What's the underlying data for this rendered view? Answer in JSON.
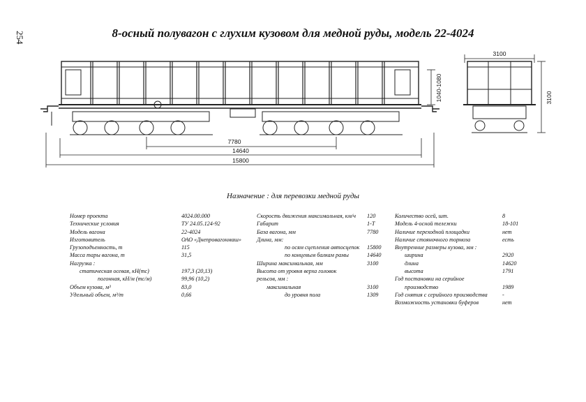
{
  "page_number": "254",
  "title": "8-осный полувагон с глухим кузовом для медной руды, модель 22-4024",
  "dimensions": {
    "overall_length": "15800",
    "coupler_axis_length": "14640",
    "wagon_base": "7780",
    "section_width": "3100",
    "section_height": "3100",
    "floor_height": "1040-1080"
  },
  "purpose": "Назначение : для перевозки медной руды",
  "spec_col1": [
    {
      "label": "Номер проекта",
      "value": "4024.00.000"
    },
    {
      "label": "Технические условия",
      "value": "ТУ 24.05.124-92"
    },
    {
      "label": "Модель вагона",
      "value": "22-4024"
    },
    {
      "label": "Изготовитель",
      "value": "ОАО «Днепровагонмаш»"
    },
    {
      "label": "Грузоподъемность, т",
      "value": "115"
    },
    {
      "label": "Масса тары вагона, т",
      "value": "31,5"
    },
    {
      "label": "Нагрузка :",
      "value": ""
    },
    {
      "label": "статическая осевая, кН(тс)",
      "value": "197,3 (20,13)"
    },
    {
      "label": "погонная, кН/м (тс/м)",
      "value": "99,96 (10,2)"
    },
    {
      "label": "Объем кузова, м³",
      "value": "83,0"
    },
    {
      "label": "Удельный объем, м³/т",
      "value": "0,66"
    }
  ],
  "spec_col2": [
    {
      "label": "Скорость движения максимальная, км/ч",
      "value": "120"
    },
    {
      "label": "Габарит",
      "value": "1-Т"
    },
    {
      "label": "База вагона, мм",
      "value": "7780"
    },
    {
      "label": "Длина, мм:",
      "value": ""
    },
    {
      "label": "по осям сцепления автосцепок",
      "value": "15800"
    },
    {
      "label": "по концевым балкам рамы",
      "value": "14640"
    },
    {
      "label": "Ширина максимальная, мм",
      "value": "3100"
    },
    {
      "label": "Высота от уровня верха головок",
      "value": ""
    },
    {
      "label": "рельсов, мм :",
      "value": ""
    },
    {
      "label": "максимальная",
      "value": "3100"
    },
    {
      "label": "до уровня пола",
      "value": "1309"
    }
  ],
  "spec_col3": [
    {
      "label": "Количество осей, шт.",
      "value": "8"
    },
    {
      "label": "Модель 4-осной тележки",
      "value": "18-101"
    },
    {
      "label": "Наличие переходной площадки",
      "value": "нет"
    },
    {
      "label": "Наличие стояночного тормоза",
      "value": "есть"
    },
    {
      "label": "Внутренние размеры кузова, мм :",
      "value": ""
    },
    {
      "label": "ширина",
      "value": "2920"
    },
    {
      "label": "длина",
      "value": "14620"
    },
    {
      "label": "высота",
      "value": "1791"
    },
    {
      "label": "Год постановки на серийное",
      "value": ""
    },
    {
      "label": "производство",
      "value": "1989"
    },
    {
      "label": "Год снятия с серийного производства",
      "value": "-"
    },
    {
      "label": "Возможность установки буферов",
      "value": "нет"
    }
  ]
}
